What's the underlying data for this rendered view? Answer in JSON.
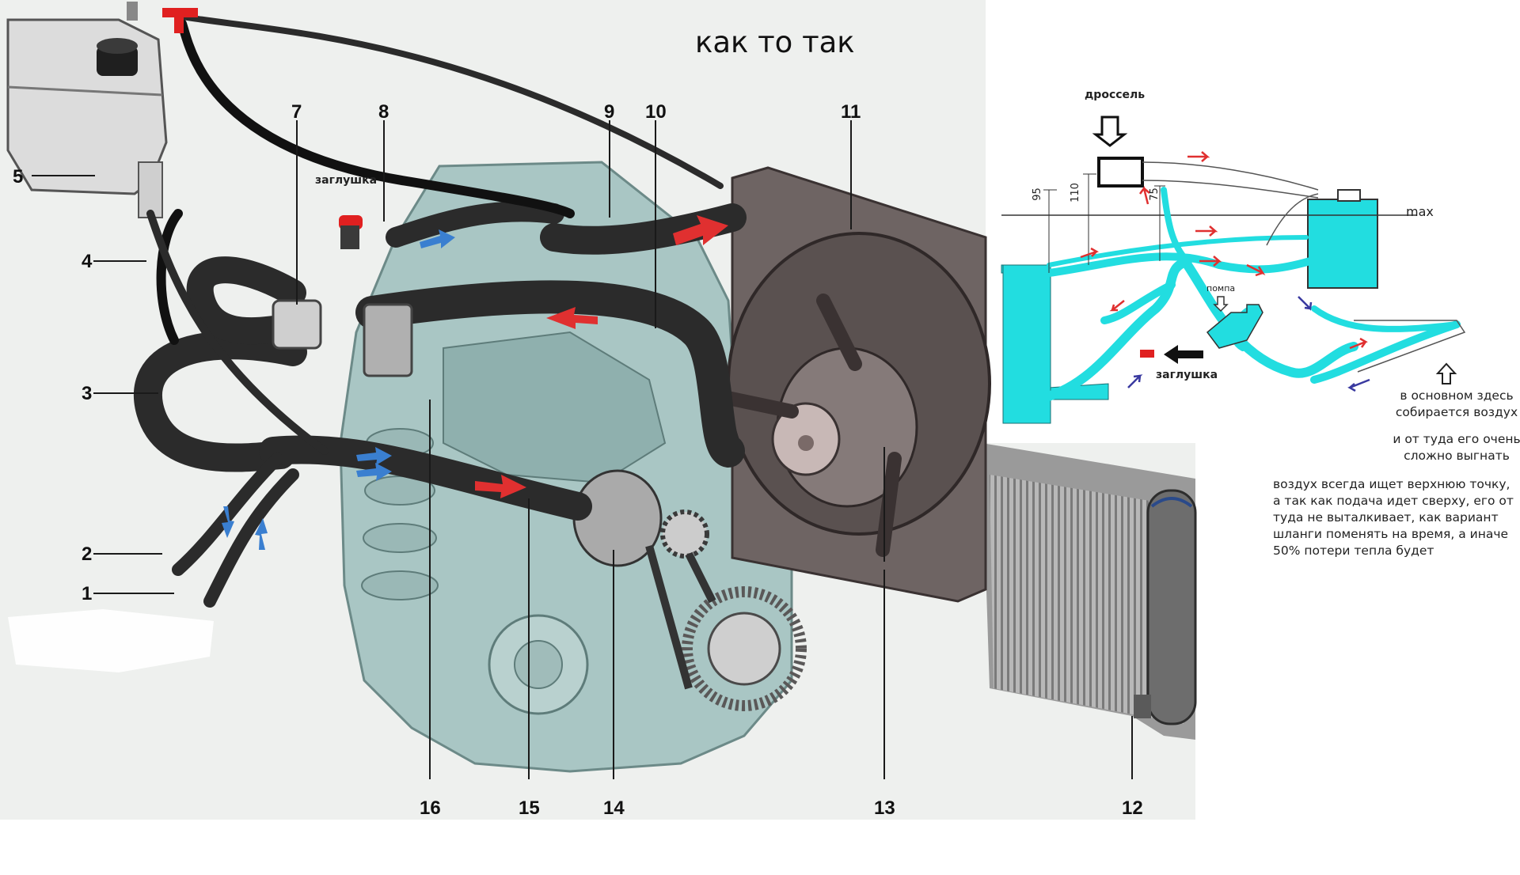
{
  "title": "как то так",
  "colors": {
    "coolant": "#22dde0",
    "hose": "#2b2b2b",
    "hot_flow": "#e03030",
    "cold_flow": "#3a7fd0",
    "engine": "#a9c6c4",
    "radiator": "#6e6463",
    "background": "#eef0ee"
  },
  "callouts": {
    "c1": "1",
    "c2": "2",
    "c3": "3",
    "c4": "4",
    "c5": "5",
    "c7": "7",
    "c8": "8",
    "c9": "9",
    "c10": "10",
    "c11": "11",
    "c12": "12",
    "c13": "13",
    "c14": "14",
    "c15": "15",
    "c16": "16"
  },
  "labels": {
    "plug": "заглушка",
    "throttle": "дроссель",
    "pump": "помпа",
    "max": "max",
    "dim_95": "95",
    "dim_110": "110",
    "dim_75": "75"
  },
  "notes": {
    "air_line1": "в основном здесь",
    "air_line2": "собирается воздух",
    "hard_line1": "и от туда его очень",
    "hard_line2": "сложно выгнать",
    "advice_line1": "воздух всегда ищет верхнюю точку,",
    "advice_line2": "а так как подача идет сверху, его от",
    "advice_line3": "туда не выталкивает, как вариант",
    "advice_line4": "шланги поменять на время, а иначе",
    "advice_line5": "50% потери тепла будет"
  }
}
